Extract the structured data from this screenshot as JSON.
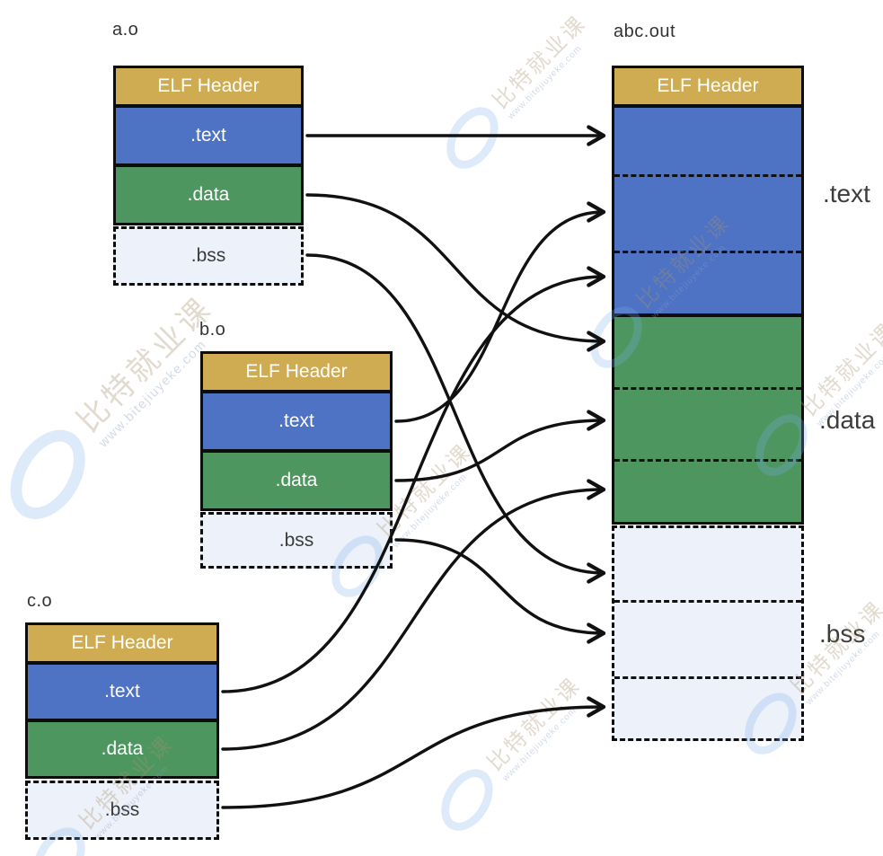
{
  "diagram": {
    "files": [
      {
        "title": "a.o",
        "header": "ELF Header",
        "sections": {
          "text": ".text",
          "data": ".data",
          "bss": ".bss"
        }
      },
      {
        "title": "b.o",
        "header": "ELF Header",
        "sections": {
          "text": ".text",
          "data": ".data",
          "bss": ".bss"
        }
      },
      {
        "title": "c.o",
        "header": "ELF Header",
        "sections": {
          "text": ".text",
          "data": ".data",
          "bss": ".bss"
        }
      }
    ],
    "output": {
      "title": "abc.out",
      "header": "ELF Header",
      "region_labels": {
        "text": ".text",
        "data": ".data",
        "bss": ".bss"
      },
      "subblocks_per_region": 3
    },
    "links": [
      {
        "from": "a.o/.text",
        "to": "abc.out/.text#1"
      },
      {
        "from": "a.o/.data",
        "to": "abc.out/.data#1"
      },
      {
        "from": "a.o/.bss",
        "to": "abc.out/.bss#1"
      },
      {
        "from": "b.o/.text",
        "to": "abc.out/.text#2"
      },
      {
        "from": "b.o/.data",
        "to": "abc.out/.data#2"
      },
      {
        "from": "b.o/.bss",
        "to": "abc.out/.bss#2"
      },
      {
        "from": "c.o/.text",
        "to": "abc.out/.text#3"
      },
      {
        "from": "c.o/.data",
        "to": "abc.out/.data#3"
      },
      {
        "from": "c.o/.bss",
        "to": "abc.out/.bss#3"
      }
    ]
  },
  "watermark": {
    "brand": "比特就业课",
    "url": "www.bitejiuyeke.com"
  },
  "colors": {
    "elf_header": "#cfac51",
    "text_section": "#4e72c4",
    "data_section": "#4e9660",
    "bss_fill": "#edf1f9",
    "outline": "#0d0d0d",
    "arrow": "#111111",
    "label_text": "#3c3c3c"
  }
}
